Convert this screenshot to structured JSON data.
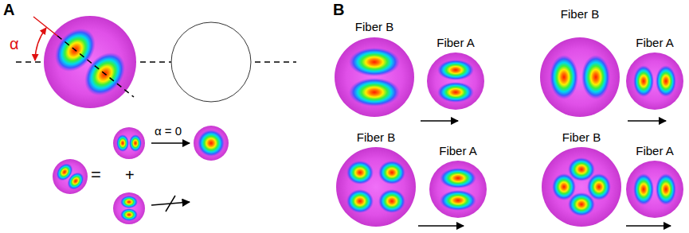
{
  "diagram": {
    "nodes": [
      {
        "text": [
          "Fiber B"
        ]
      },
      {
        "text": [
          "Fiber A"
        ]
      },
      {
        "text": [
          "Fiber B"
        ]
      },
      {
        "text": [
          "Fiber A"
        ]
      },
      {
        "text": [
          "Fiber B"
        ]
      },
      {
        "text": [
          "Fiber A"
        ]
      },
      {
        "text": [
          "Fiber B"
        ]
      },
      {
        "text": [
          "Fiber A"
        ]
      }
    ],
    "labels": [
      "A",
      "α",
      "α = 0",
      "=",
      "+",
      "B"
    ]
  }
}
